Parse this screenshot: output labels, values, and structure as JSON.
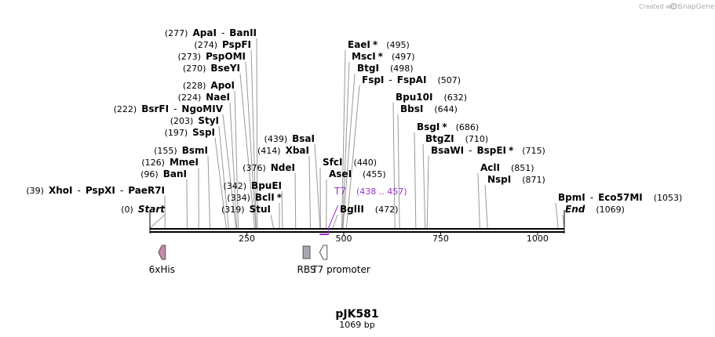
{
  "header": {
    "credit_prefix": "Created with",
    "brand": "SnapGene"
  },
  "plasmid": {
    "name": "pJK581",
    "size_label": "1069 bp",
    "length": 1069
  },
  "ruler": {
    "ticks": [
      {
        "label": "250",
        "value": 250
      },
      {
        "label": "500",
        "value": 500
      },
      {
        "label": "750",
        "value": 750
      },
      {
        "label": "1000",
        "value": 1000
      }
    ]
  },
  "sites": [
    {
      "id": "start",
      "pos": 0,
      "names": [
        "Start"
      ],
      "pos_label": "(0)",
      "italic": true,
      "star": [
        false
      ]
    },
    {
      "id": "xhoi",
      "pos": 39,
      "names": [
        "XhoI",
        "PspXI",
        "PaeR7I"
      ],
      "pos_label": "(39)",
      "star": [
        false,
        false,
        false
      ]
    },
    {
      "id": "bani",
      "pos": 96,
      "names": [
        "BanI"
      ],
      "pos_label": "(96)",
      "star": [
        false
      ]
    },
    {
      "id": "mmei",
      "pos": 126,
      "names": [
        "MmeI"
      ],
      "pos_label": "(126)",
      "star": [
        false
      ]
    },
    {
      "id": "bsmi",
      "pos": 155,
      "names": [
        "BsmI"
      ],
      "pos_label": "(155)",
      "star": [
        false
      ]
    },
    {
      "id": "sspi",
      "pos": 197,
      "names": [
        "SspI"
      ],
      "pos_label": "(197)",
      "star": [
        false
      ]
    },
    {
      "id": "styi",
      "pos": 203,
      "names": [
        "StyI"
      ],
      "pos_label": "(203)",
      "star": [
        false
      ]
    },
    {
      "id": "bsrfi",
      "pos": 222,
      "names": [
        "BsrFI",
        "NgoMIV"
      ],
      "pos_label": "(222)",
      "star": [
        false,
        false
      ]
    },
    {
      "id": "naei",
      "pos": 224,
      "names": [
        "NaeI"
      ],
      "pos_label": "(224)",
      "star": [
        false
      ]
    },
    {
      "id": "apoi",
      "pos": 228,
      "names": [
        "ApoI"
      ],
      "pos_label": "(228)",
      "star": [
        false
      ]
    },
    {
      "id": "bseyi",
      "pos": 270,
      "names": [
        "BseYI"
      ],
      "pos_label": "(270)",
      "star": [
        false
      ]
    },
    {
      "id": "pspomi",
      "pos": 273,
      "names": [
        "PspOMI"
      ],
      "pos_label": "(273)",
      "star": [
        false
      ]
    },
    {
      "id": "pspfi",
      "pos": 274,
      "names": [
        "PspFI"
      ],
      "pos_label": "(274)",
      "star": [
        false
      ]
    },
    {
      "id": "apai",
      "pos": 277,
      "names": [
        "ApaI",
        "BanII"
      ],
      "pos_label": "(277)",
      "star": [
        false,
        false
      ]
    },
    {
      "id": "stui",
      "pos": 319,
      "names": [
        "StuI"
      ],
      "pos_label": "(319)",
      "star": [
        false
      ]
    },
    {
      "id": "bcli",
      "pos": 334,
      "names": [
        "BclI"
      ],
      "pos_label": "(334)",
      "star": [
        true
      ]
    },
    {
      "id": "bpuei",
      "pos": 342,
      "names": [
        "BpuEI"
      ],
      "pos_label": "(342)",
      "star": [
        false
      ]
    },
    {
      "id": "ndei",
      "pos": 376,
      "names": [
        "NdeI"
      ],
      "pos_label": "(376)",
      "star": [
        false
      ]
    },
    {
      "id": "xbai",
      "pos": 414,
      "names": [
        "XbaI"
      ],
      "pos_label": "(414)",
      "star": [
        false
      ]
    },
    {
      "id": "bsai",
      "pos": 439,
      "names": [
        "BsaI"
      ],
      "pos_label": "(439)",
      "star": [
        false
      ]
    },
    {
      "id": "sfci",
      "pos": 440,
      "names": [
        "SfcI"
      ],
      "pos_label": "(440)",
      "star": [
        false
      ]
    },
    {
      "id": "asei",
      "pos": 455,
      "names": [
        "AseI"
      ],
      "pos_label": "(455)",
      "star": [
        false
      ]
    },
    {
      "id": "bglii",
      "pos": 472,
      "names": [
        "BglII"
      ],
      "pos_label": "(472)",
      "star": [
        false
      ]
    },
    {
      "id": "eaei",
      "pos": 495,
      "names": [
        "EaeI"
      ],
      "pos_label": "(495)",
      "star": [
        true
      ]
    },
    {
      "id": "msci",
      "pos": 497,
      "names": [
        "MscI"
      ],
      "pos_label": "(497)",
      "star": [
        true
      ]
    },
    {
      "id": "btgi",
      "pos": 498,
      "names": [
        "BtgI"
      ],
      "pos_label": "(498)",
      "star": [
        false
      ]
    },
    {
      "id": "fspi",
      "pos": 507,
      "names": [
        "FspI",
        "FspAI"
      ],
      "pos_label": "(507)",
      "star": [
        false,
        false
      ]
    },
    {
      "id": "bpu10i",
      "pos": 632,
      "names": [
        "Bpu10I"
      ],
      "pos_label": "(632)",
      "star": [
        false
      ]
    },
    {
      "id": "bbsi",
      "pos": 644,
      "names": [
        "BbsI"
      ],
      "pos_label": "(644)",
      "star": [
        false
      ]
    },
    {
      "id": "bsgi",
      "pos": 686,
      "names": [
        "BsgI"
      ],
      "pos_label": "(686)",
      "star": [
        true
      ]
    },
    {
      "id": "btgzi",
      "pos": 710,
      "names": [
        "BtgZI"
      ],
      "pos_label": "(710)",
      "star": [
        false
      ]
    },
    {
      "id": "bsawi",
      "pos": 715,
      "names": [
        "BsaWI",
        "BspEI"
      ],
      "pos_label": "(715)",
      "star": [
        false,
        true
      ]
    },
    {
      "id": "acli",
      "pos": 851,
      "names": [
        "AclI"
      ],
      "pos_label": "(851)",
      "star": [
        false
      ]
    },
    {
      "id": "nspi",
      "pos": 871,
      "names": [
        "NspI"
      ],
      "pos_label": "(871)",
      "star": [
        false
      ]
    },
    {
      "id": "bpmi",
      "pos": 1053,
      "names": [
        "BpmI",
        "Eco57MI"
      ],
      "pos_label": "(1053)",
      "star": [
        false,
        false
      ]
    },
    {
      "id": "end",
      "pos": 1069,
      "names": [
        "End"
      ],
      "pos_label": "(1069)",
      "italic": true,
      "star": [
        false
      ]
    }
  ],
  "primer": {
    "name": "T7",
    "range_label": "(438 .. 457)",
    "start": 438,
    "end": 457,
    "color": "#9b30d0"
  },
  "features": [
    {
      "id": "6xhis",
      "label": "6xHis",
      "start": 22,
      "end": 40,
      "direction": "reverse",
      "color": "#c48aa6"
    },
    {
      "id": "rbs",
      "label": "RBS",
      "start": 395,
      "end": 413,
      "direction": "none",
      "color": "#a6a9ad"
    },
    {
      "id": "t7-promoter",
      "label": "T7 promoter",
      "start": 438,
      "end": 457,
      "direction": "reverse",
      "color": "#ffffff"
    }
  ],
  "colors": {
    "backbone": "#000000",
    "leader": "#999999",
    "feature_stroke": "#555555"
  }
}
